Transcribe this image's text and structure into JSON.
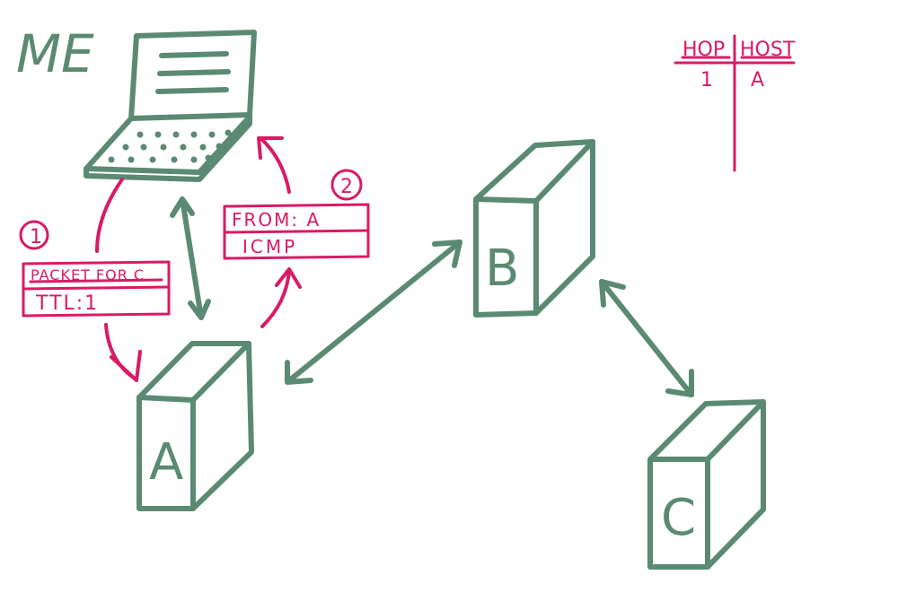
{
  "labels": {
    "me": "ME",
    "host_a": "A",
    "host_b": "B",
    "host_c": "C"
  },
  "steps": {
    "step1": "1",
    "step2": "2"
  },
  "packet_outbound": {
    "line1": "PACKET FOR C",
    "line2": "TTL:1"
  },
  "packet_reply": {
    "line1": "FROM: A",
    "line2": "ICMP"
  },
  "hop_table": {
    "headers": [
      "HOP",
      "HOST"
    ],
    "rows": [
      [
        "1",
        "A"
      ]
    ]
  },
  "colors": {
    "green": "#5b8a73",
    "pink": "#d81b65"
  }
}
